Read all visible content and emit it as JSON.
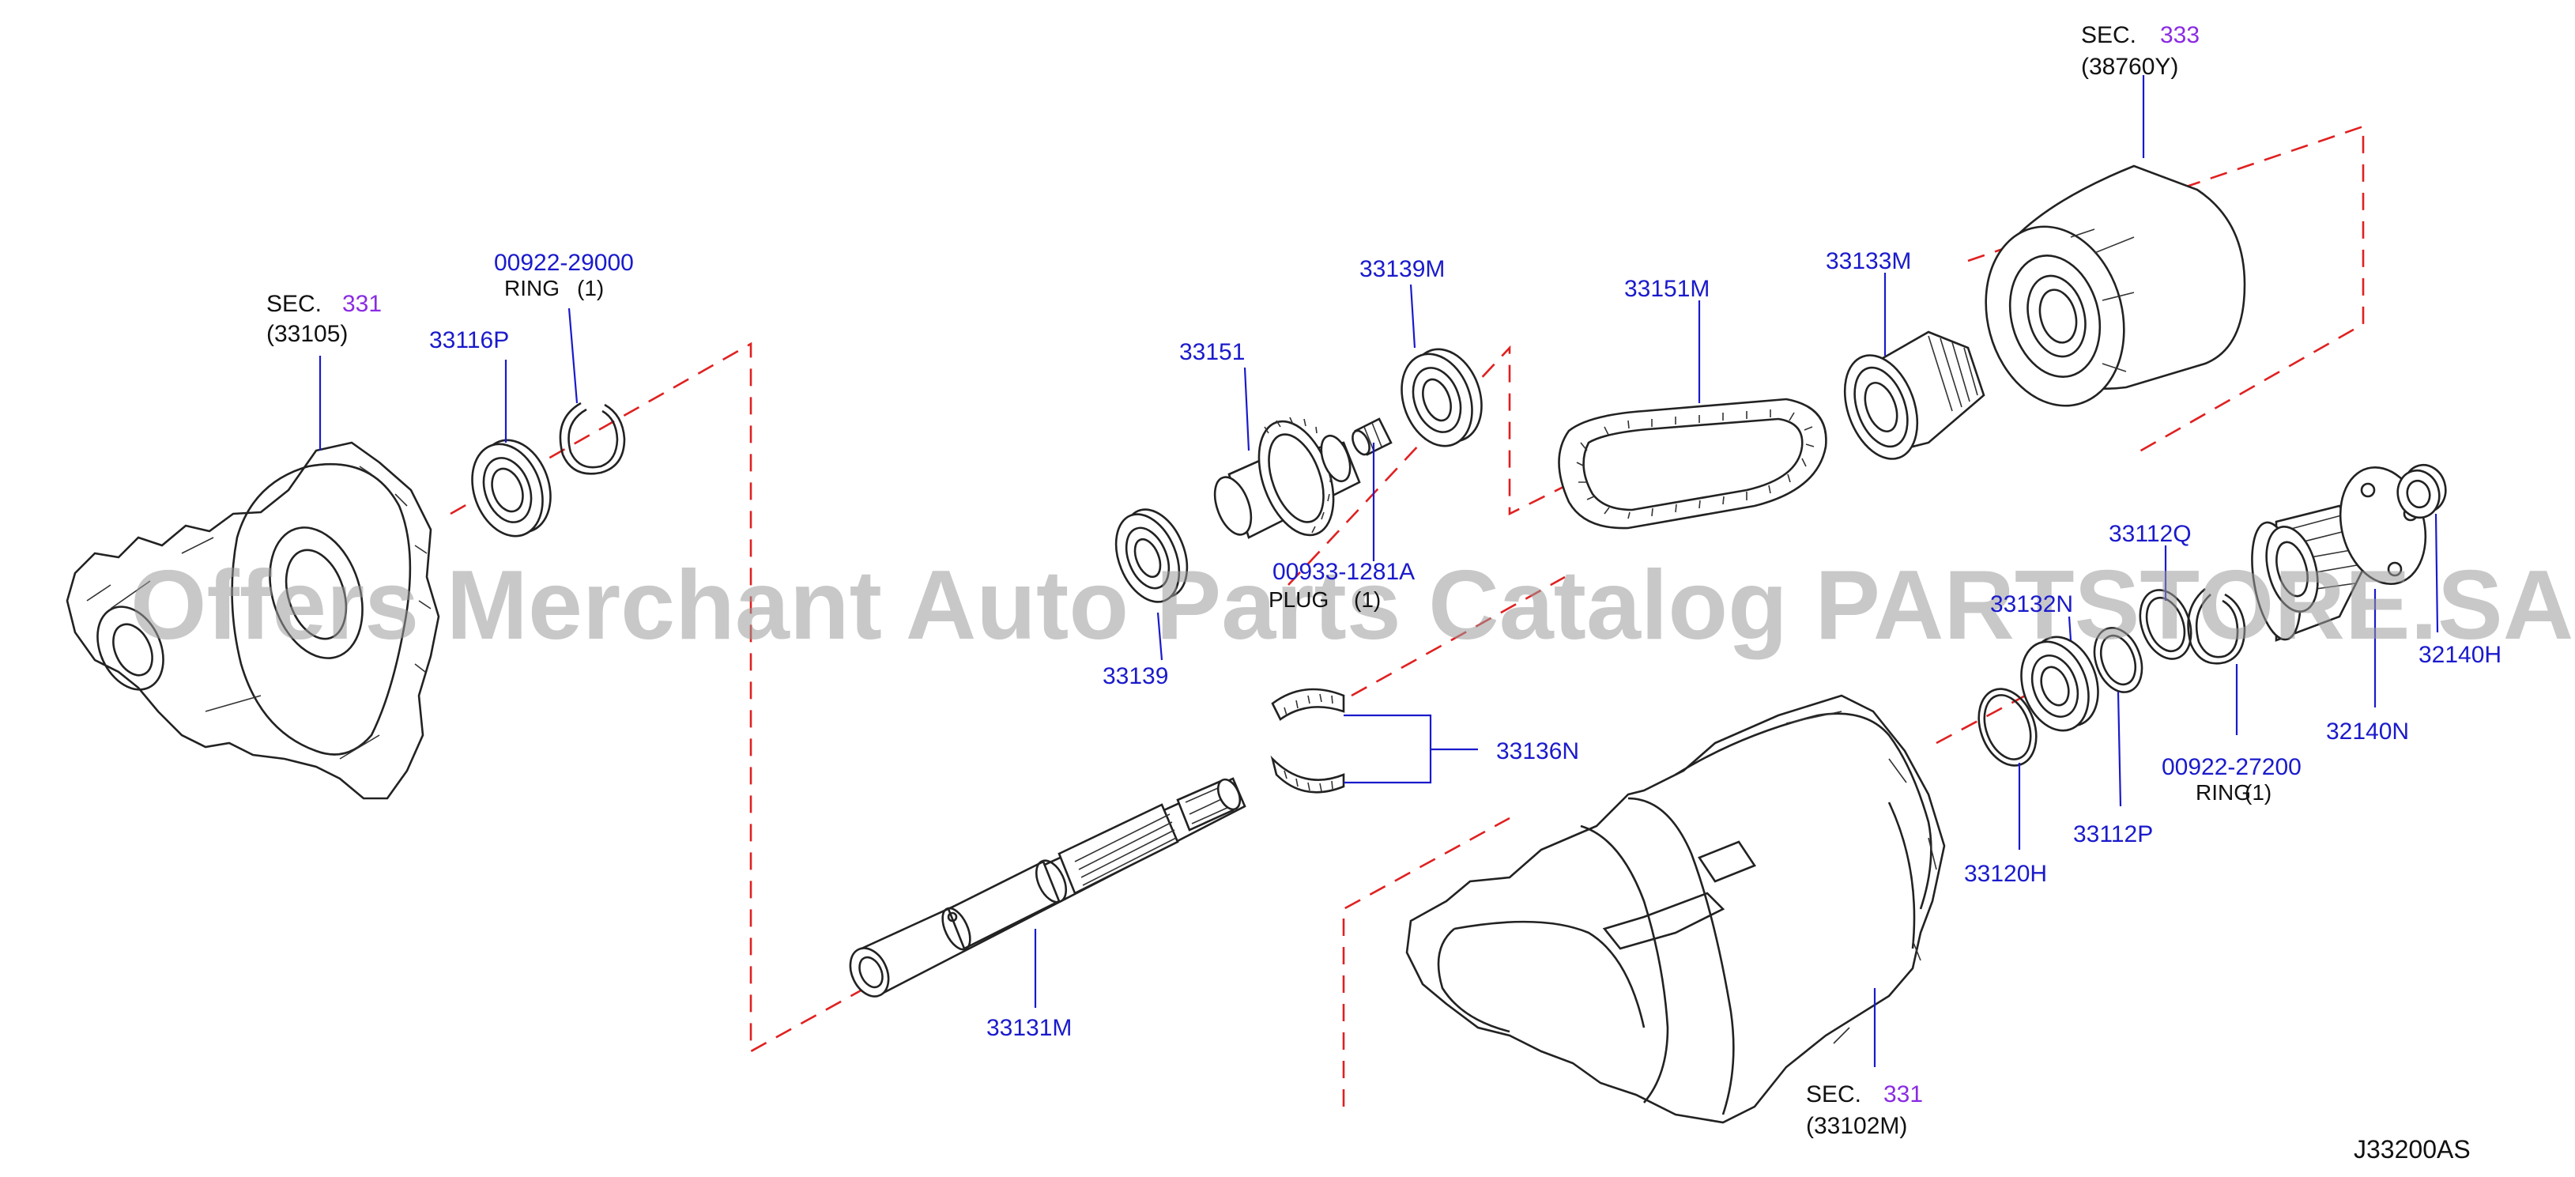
{
  "diagram_id": "J33200AS",
  "watermark": "Offers Merchant Auto Parts Catalog PARTSTORE.SA",
  "colors": {
    "part_link": "#1a1acc",
    "section_link": "#8a2be2",
    "guide_line": "#e02020"
  },
  "sections": {
    "left": {
      "label": "SEC.",
      "number": "331",
      "part": "(33105)"
    },
    "top": {
      "label": "SEC.",
      "number": "333",
      "part": "(38760Y)"
    },
    "bottom": {
      "label": "SEC.",
      "number": "331",
      "part": "(33102M)"
    }
  },
  "parts": {
    "p00922_29000": {
      "number": "00922-29000",
      "name": "RING",
      "qty": "(1)"
    },
    "p33116P": "33116P",
    "p33151": "33151",
    "p33139M": "33139M",
    "p33151M": "33151M",
    "p33133M": "33133M",
    "p33139": "33139",
    "p00933_1281A": {
      "number": "00933-1281A",
      "name": "PLUG",
      "qty": "(1)"
    },
    "p33136N": "33136N",
    "p33131M": "33131M",
    "p33112Q": "33112Q",
    "p33132N": "33132N",
    "p33112P": "33112P",
    "p33120H": "33120H",
    "p00922_27200": {
      "number": "00922-27200",
      "name": "RING",
      "qty": "(1)"
    },
    "p32140N": "32140N",
    "p32140H": "32140H"
  }
}
